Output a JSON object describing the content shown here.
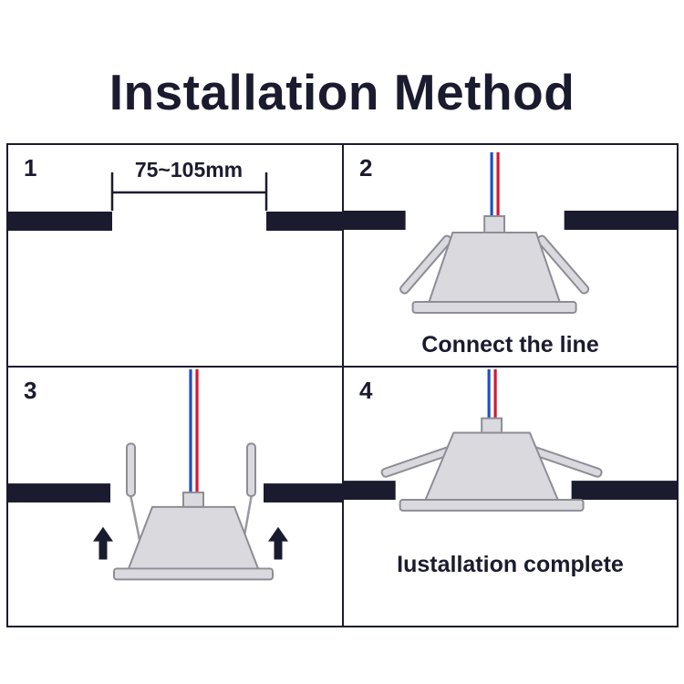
{
  "title": "Installation Method",
  "colors": {
    "ink": "#1b1b2f",
    "lamp_fill": "#d9d9de",
    "lamp_stroke": "#8d8d97",
    "wire_blue": "#1f4fc4",
    "wire_red": "#d6182e"
  },
  "panels": {
    "p1": {
      "number": "1",
      "dimension_label": "75~105mm"
    },
    "p2": {
      "number": "2",
      "caption": "Connect the line"
    },
    "p3": {
      "number": "3"
    },
    "p4": {
      "number": "4",
      "caption": "Iustallation complete"
    }
  }
}
